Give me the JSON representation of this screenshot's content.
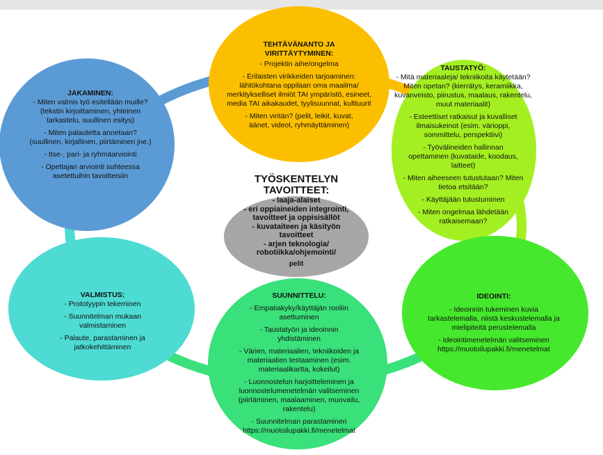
{
  "colors": {
    "yellow": "#fcbf00",
    "lime": "#a4ef21",
    "blue": "#5b9bd5",
    "gray": "#a6a6a6",
    "teal": "#4ddbd3",
    "green": "#3ae07a",
    "bright_green": "#46e82d"
  },
  "nodes": {
    "tehtavananto": {
      "title": "TEHTÄVÄNANTO JA VIRITTÄYTYMINEN:",
      "items": [
        "- Projektin aihe/ongelma",
        "- Erilaisten virikkeiden tarjoaminen: lähtökohtana oppilaan oma maailma/ merkitykselliset ilmiöt TAI ympäristö, esineet, media TAI aikakaudet, tyylisuunnat, kulttuurit",
        "- Miten viritän? (pelit, leikit, kuvat, äänet, videot, ryhmäyttäminen)"
      ]
    },
    "taustatyo": {
      "title": "TAUSTATYÖ:",
      "items": [
        "- Mitä materiaaleja/ tekniikoita käytetään? Miten opetan? (kierrätys, keramiikka, kuvanveisto, piirustus, maalaus, rakentelu, muut materiaalit)",
        "- Esteettiset ratkaisut ja kuvalliset ilmaisukeinot (esim. värioppi, sommittelu, perspektiivi)",
        "- Työvälineiden hallinnan opettaminen (kuvataide, koodaus, laitteet)",
        "- Miten aiheeseen tutustutaan? Miten tietoa etsitään?",
        "- Käyttäjään tutustuminen",
        "- Miten ongelmaa lähdetään ratkaisemaan?"
      ]
    },
    "jakaminen": {
      "title": "JAKAMINEN:",
      "items": [
        "- Miten valmis työ esitellään muille? (tekstin kirjoittaminen, yhteinen tarkastelu, suullinen esitys)",
        "- Miten palautetta annetaan? (suullinen, kirjallinen, piirtäminen jne.)",
        "- Itse-, pari- ja ryhmäarviointi",
        "- Opettajan arviointi suhteessa asetettuihin tavoitteisiin"
      ]
    },
    "tavoitteet": {
      "title": "TYÖSKENTELYN TAVOITTEET:",
      "items": [
        "- laaja-alaiset",
        "- eri oppiaineiden integrointi, tavoitteet ja oppisisällöt",
        "- kuvataiteen ja käsityön tavoitteet",
        "- arjen teknologia/ robotiikka/ohjemointi/",
        "pelit"
      ]
    },
    "valmistus": {
      "title": "VALMISTUS:",
      "items": [
        "- Prototyypin tekeminen",
        "- Suunnitelman mukaan valmistaminen",
        "- Palaute, parastaminen ja jatkokehittäminen"
      ]
    },
    "suunnittelu": {
      "title": "SUUNNITTELU:",
      "items": [
        "- Empatiakyky/käyttäjän rooliin asettuminen",
        "- Taustatyön ja ideoinnin yhdistäminen",
        "- Värien, materiaalien, tekniikoiden ja materiaalien testaaminen (esim. materiaalikartta, kokeilut)",
        "- Luonnostelun harjoitteleminen ja luonnostelumenetelmän valitseminen (piirtäminen, maalaaminen, muovailu, rakentelu)",
        "- Suunnitelman parastaminen https://muotoilupakki.fi/menetelmat"
      ]
    },
    "ideointi": {
      "title": "IDEOINTI:",
      "items": [
        "- Ideoinnin tukeminen kuvia tarkastelemalla, niistä keskustelemalla ja mielipiteitä perustelemalla",
        "- Ideointimenetelmän valitseminen https://muotoilupakki.fi/menetelmat"
      ]
    }
  }
}
